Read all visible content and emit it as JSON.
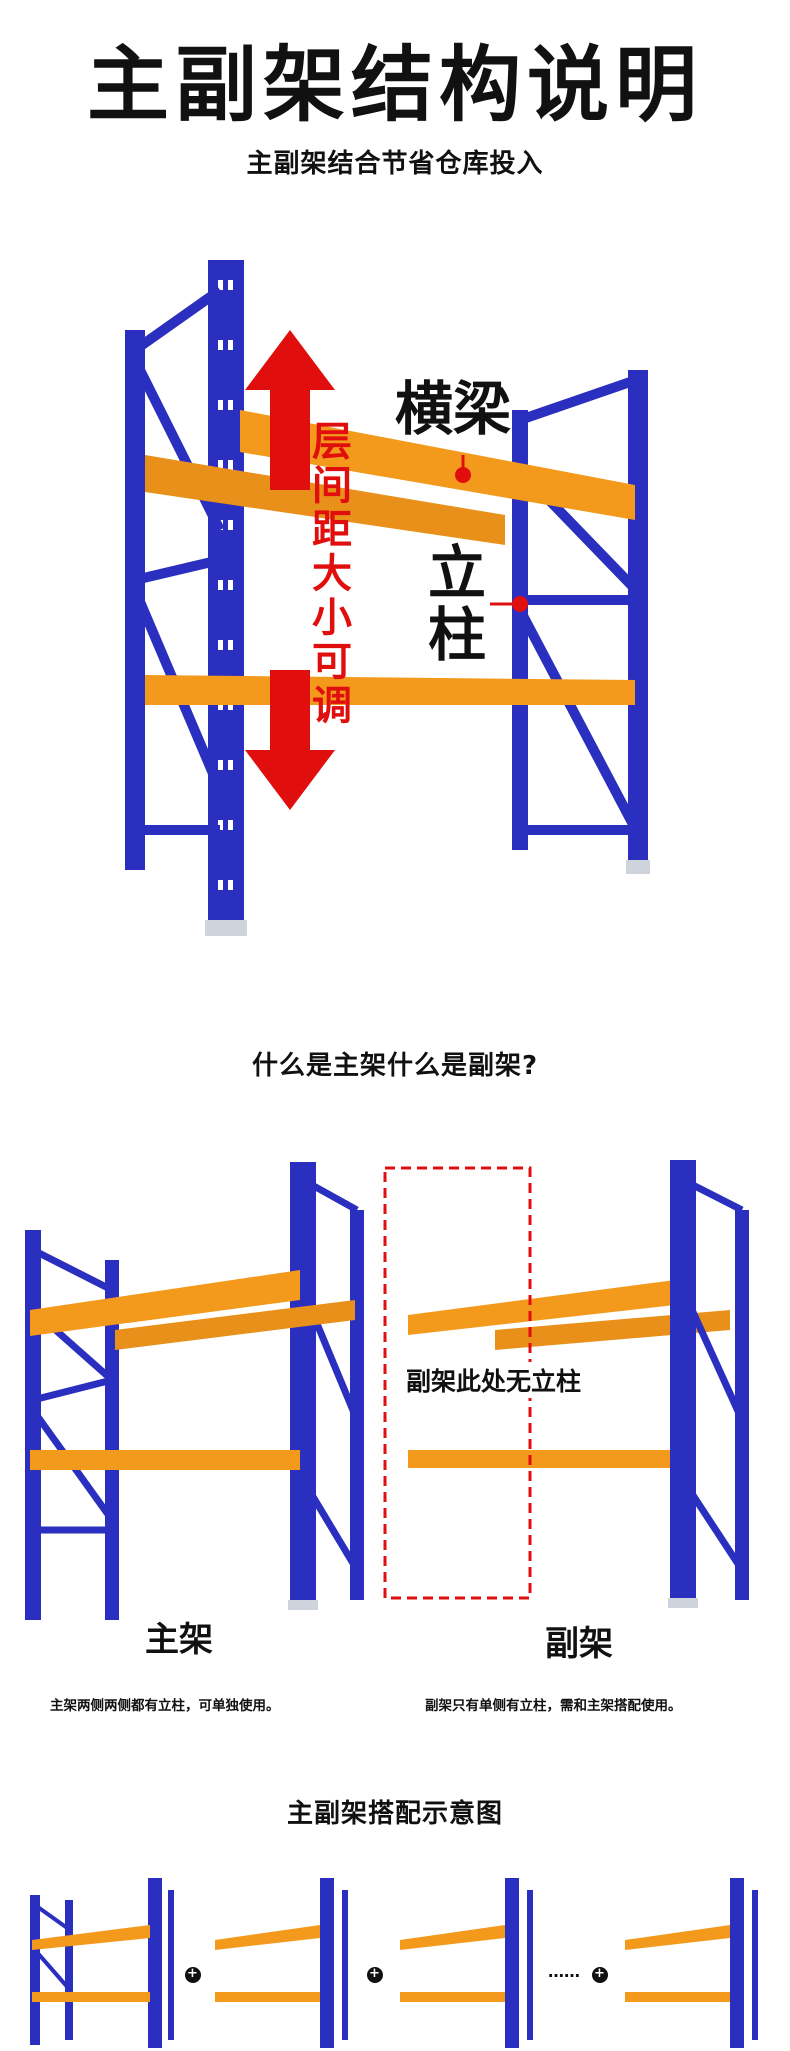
{
  "page": {
    "title": "主副架结构说明",
    "section1": {
      "subtitle": "主副架结合节省仓库投入",
      "label_beam": "横梁",
      "label_column": "立柱",
      "vertical_text": [
        "层",
        "间",
        "距",
        "大",
        "小",
        "可",
        "调"
      ]
    },
    "section2": {
      "subtitle": "什么是主架什么是副架?",
      "box_note": "副架此处无立柱",
      "main_label": "主架",
      "sub_label": "副架",
      "main_caption": "主架两侧两侧都有立柱，可单独使用。",
      "sub_caption": "副架只有单侧有立柱，需和主架搭配使用。"
    },
    "section3": {
      "subtitle": "主副架搭配示意图",
      "plus": "+",
      "ellipsis": "……"
    }
  },
  "colors": {
    "upright": "#2a2fc0",
    "beam": "#f39a1c",
    "red": "#e10e0e"
  }
}
